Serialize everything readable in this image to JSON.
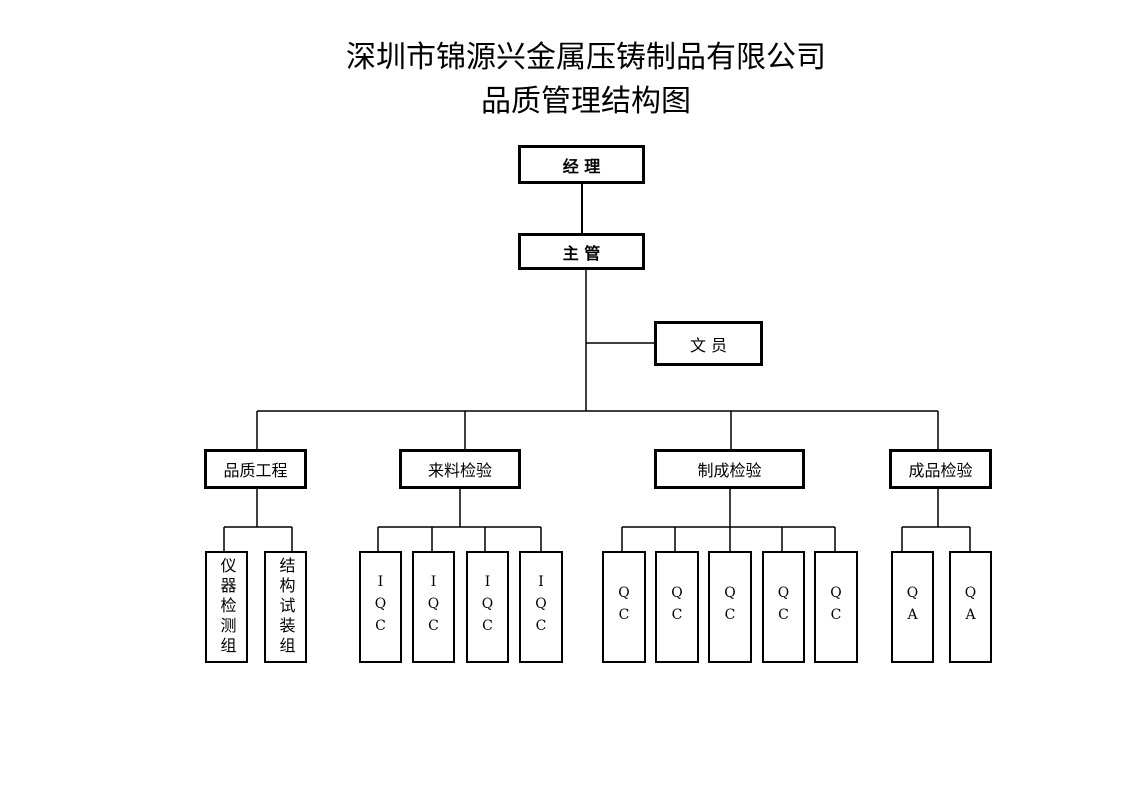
{
  "title": {
    "line1": "深圳市锦源兴金属压铸制品有限公司",
    "line2": "品质管理结构图"
  },
  "nodes": {
    "manager": "经 理",
    "supervisor": "主 管",
    "clerk": "文 员",
    "quality_engineering": "品质工程",
    "incoming_inspection": "来料检验",
    "process_inspection": "制成检验",
    "finished_inspection": "成品检验"
  },
  "leaves": {
    "instrument_group": "仪器检测组",
    "structure_group": "结构试装组",
    "iqc": [
      "IQC",
      "IQC",
      "IQC",
      "IQC"
    ],
    "qc": [
      "QC",
      "QC",
      "QC",
      "QC",
      "QC"
    ],
    "qa": [
      "QA",
      "QA"
    ]
  }
}
